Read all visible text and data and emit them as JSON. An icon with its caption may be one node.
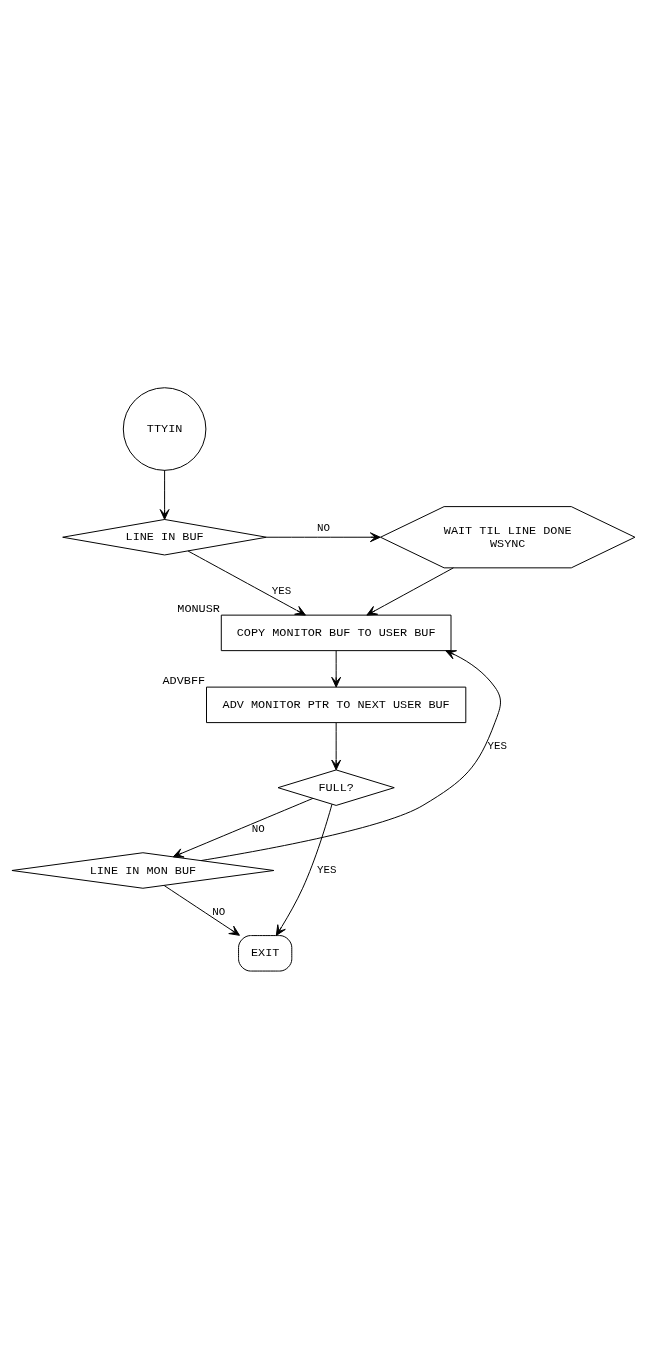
{
  "diagram": {
    "nodes": [
      {
        "text": [
          "TTYIN"
        ]
      },
      {
        "text": [
          "LINE IN BUF"
        ]
      },
      {
        "text": [
          "WAIT TIL LINE DONE",
          "WSYNC"
        ]
      },
      {
        "text": [
          "COPY MONITOR BUF TO USER BUF"
        ],
        "beside": [
          "MONUSR"
        ]
      },
      {
        "text": [
          "ADV MONITOR PTR TO NEXT USER BUF"
        ],
        "beside": [
          "ADVBFF"
        ]
      },
      {
        "text": [
          "FULL?"
        ]
      },
      {
        "text": [
          "LINE IN MON BUF"
        ]
      },
      {
        "text": [
          "EXIT"
        ]
      }
    ],
    "edges": [
      {
        "from": 0,
        "to": 1,
        "arrow": "to"
      },
      {
        "from": 1,
        "to": 2,
        "label": "NO",
        "arrow": "to"
      },
      {
        "from": 1,
        "to": 3,
        "label": "YES",
        "arrow": "to"
      },
      {
        "from": 2,
        "to": 3,
        "arrow": "to"
      },
      {
        "from": 3,
        "to": 4,
        "arrow": "to"
      },
      {
        "from": 4,
        "to": 5,
        "arrow": "to"
      },
      {
        "from": 5,
        "to": 7,
        "label": "YES",
        "arrow": "to"
      },
      {
        "from": 5,
        "to": 6,
        "label": "NO",
        "arrow": "to"
      },
      {
        "from": 6,
        "to": 3,
        "label": "YES",
        "arrow": "to"
      },
      {
        "from": 6,
        "to": 7,
        "label": "NO",
        "arrow": "to"
      }
    ]
  }
}
